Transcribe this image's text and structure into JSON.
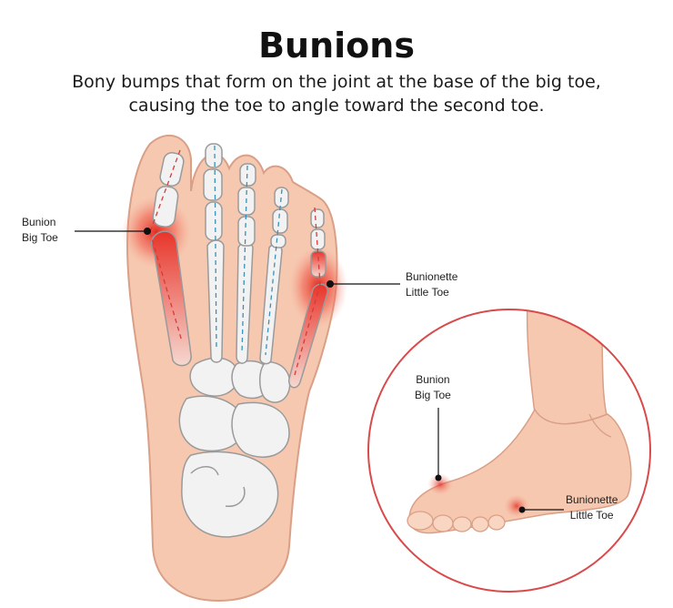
{
  "header": {
    "title": "Bunions",
    "subtitle_line1": "Bony bumps that form on the joint at the base of the big toe,",
    "subtitle_line2": "causing the toe to angle toward the second toe."
  },
  "skeleton_labels": {
    "bunion_line1": "Bunion",
    "bunion_line2": "Big Toe",
    "bunionette_line1": "Bunionette",
    "bunionette_line2": "Little Toe"
  },
  "inset_labels": {
    "bunion_line1": "Bunion",
    "bunion_line2": "Big Toe",
    "bunionette_line1": "Bunionette",
    "bunionette_line2": "Little Toe"
  },
  "colors": {
    "skin": "#f6c8b0",
    "skin_outline": "#d99f87",
    "bone": "#f2f2f2",
    "bone_outline": "#9a9a9a",
    "inflammation": "#e2231a",
    "inset_circle": "#d94a4a",
    "dashed_axis_red": "#d63a3a",
    "dashed_axis_blue": "#3a8fb8"
  }
}
